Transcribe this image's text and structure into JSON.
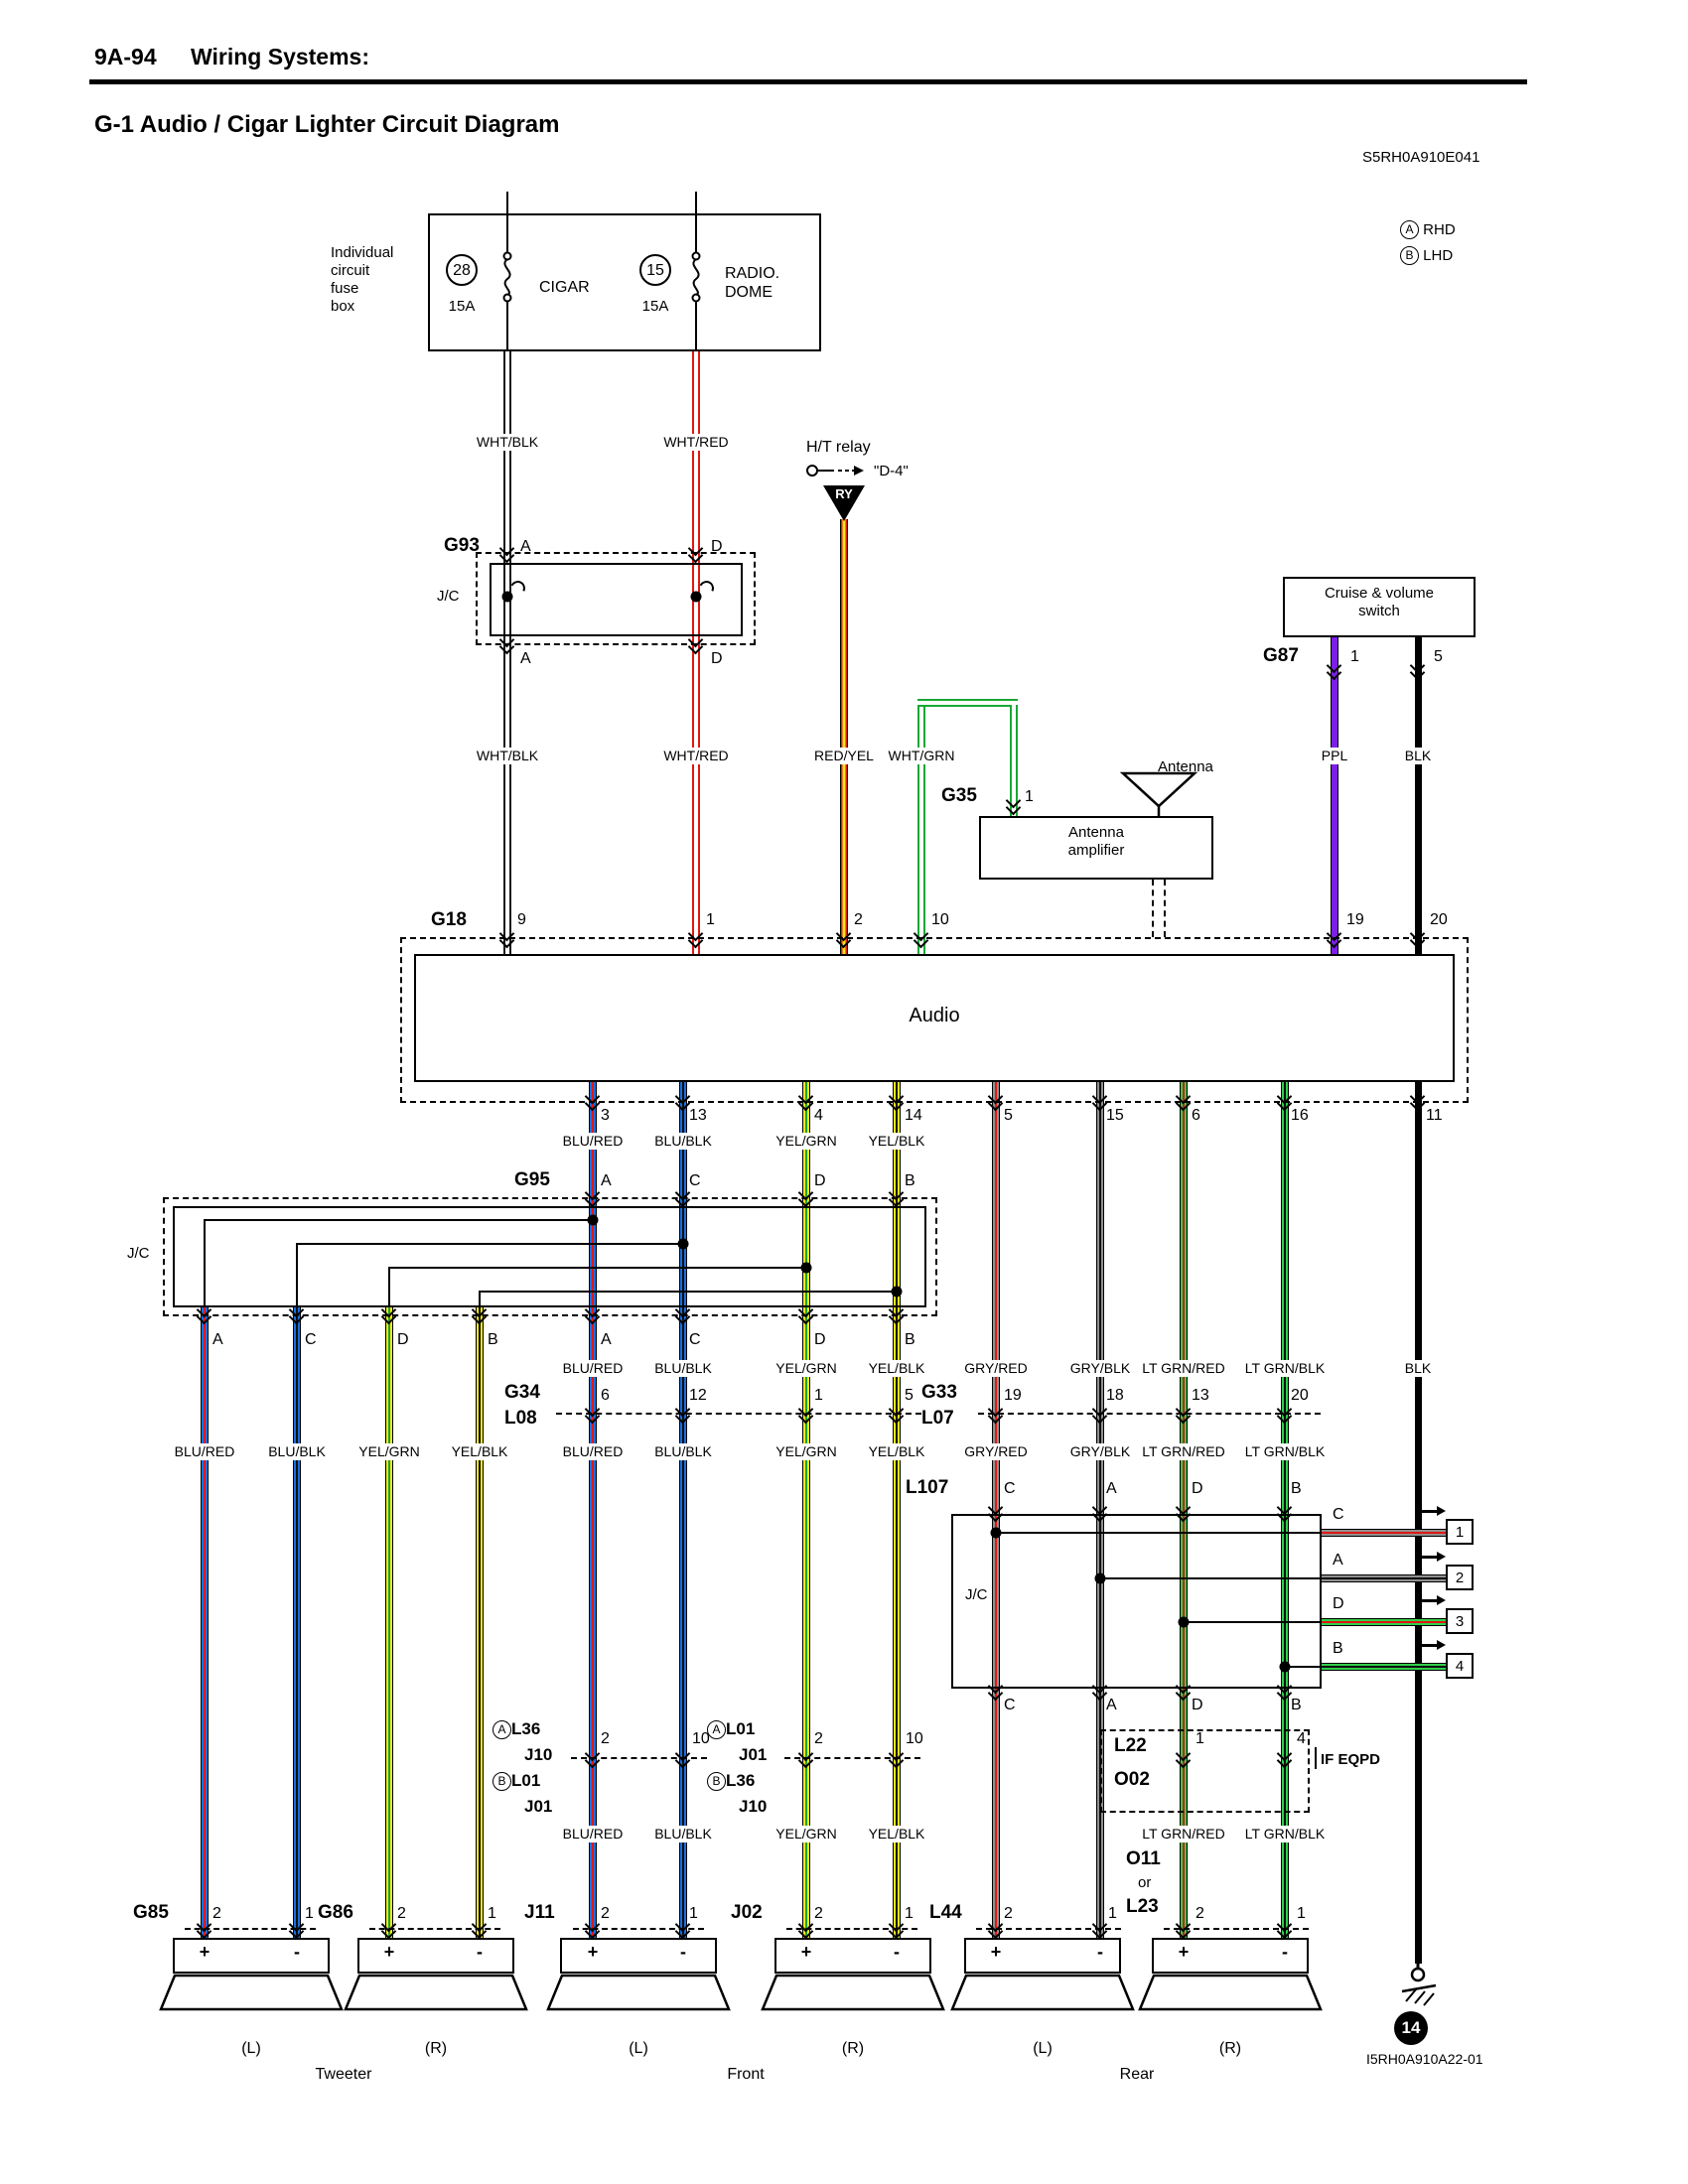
{
  "header": {
    "page_ref": "9A-94",
    "section_title": "Wiring Systems:",
    "diagram_title": "G-1 Audio / Cigar Lighter Circuit Diagram",
    "doc_code": "S5RH0A910E041",
    "legend": [
      {
        "mark": "A",
        "label": "RHD"
      },
      {
        "mark": "B",
        "label": "LHD"
      }
    ]
  },
  "fuse_box": {
    "caption": "Individual\ncircuit\nfuse\nbox",
    "fuses": [
      {
        "number": "28",
        "rating": "15A",
        "circuit": "CIGAR"
      },
      {
        "number": "15",
        "rating": "15A",
        "circuit": "RADIO.\nDOME"
      }
    ]
  },
  "relay": {
    "title": "H/T relay",
    "target": "\"D-4\"",
    "code": "RY"
  },
  "antenna": {
    "label": "Antenna",
    "amplifier": "Antenna\namplifier"
  },
  "cruise": {
    "label": "Cruise & volume\nswitch"
  },
  "audio": {
    "label": "Audio"
  },
  "connectors": {
    "g93": {
      "name": "G93",
      "jc": "J/C",
      "top_pins": [
        "A",
        "D"
      ],
      "bottom_pins": [
        "A",
        "D"
      ]
    },
    "g35": {
      "name": "G35",
      "pin": "1"
    },
    "g87": {
      "name": "G87",
      "pins": [
        "1",
        "5"
      ]
    },
    "g18": {
      "name": "G18",
      "top_pins": [
        "9",
        "1",
        "2",
        "10",
        "19",
        "20"
      ],
      "bottom_pins": [
        "3",
        "13",
        "4",
        "14",
        "5",
        "15",
        "6",
        "16",
        "11"
      ]
    },
    "g95": {
      "name": "G95",
      "jc": "J/C",
      "top_pins": [
        "A",
        "C",
        "D",
        "B"
      ],
      "bottom_pins_left": [
        "A",
        "C",
        "D",
        "B"
      ],
      "bottom_pins_right": [
        "A",
        "C",
        "D",
        "B"
      ]
    },
    "g34": {
      "name": "G34",
      "name2": "L08",
      "pins": [
        "6",
        "12",
        "1",
        "5"
      ]
    },
    "g33": {
      "name": "G33",
      "name2": "L07",
      "pins": [
        "19",
        "18",
        "13",
        "20"
      ]
    },
    "l107": {
      "name": "L107",
      "jc": "J/C",
      "top_pins": [
        "C",
        "A",
        "D",
        "B"
      ],
      "bottom_pins": [
        "C",
        "A",
        "D",
        "B"
      ],
      "out_pins": [
        "C",
        "A",
        "D",
        "B"
      ],
      "out_refs": [
        "1",
        "2",
        "3",
        "4"
      ]
    },
    "l36_left": {
      "a_mark": "A",
      "a_line1": "L36",
      "a_line2": "J10",
      "b_mark": "B",
      "b_line1": "L01",
      "b_line2": "J01",
      "pins": [
        "2",
        "10"
      ]
    },
    "l36_right": {
      "a_mark": "A",
      "a_line1": "L01",
      "a_line2": "J01",
      "b_mark": "B",
      "b_line1": "L36",
      "b_line2": "J10",
      "pins": [
        "2",
        "10"
      ]
    },
    "l22": {
      "name": "L22",
      "name2": "O02",
      "pins": [
        "1",
        "4"
      ],
      "note": "IF EQPD"
    },
    "o11": {
      "name": "O11",
      "or_text": "or",
      "name2": "L23",
      "pins": [
        "2",
        "1"
      ]
    },
    "g85": {
      "name": "G85",
      "pins": [
        "2",
        "1"
      ]
    },
    "g86": {
      "name": "G86",
      "pins": [
        "2",
        "1"
      ]
    },
    "j11": {
      "name": "J11",
      "pins": [
        "2",
        "1"
      ]
    },
    "j02": {
      "name": "J02",
      "pins": [
        "2",
        "1"
      ]
    },
    "l44": {
      "name": "L44",
      "pins": [
        "2",
        "1"
      ]
    }
  },
  "wire_names": {
    "wht_blk": "WHT/BLK",
    "wht_red": "WHT/RED",
    "red_yel": "RED/YEL",
    "wht_grn": "WHT/GRN",
    "ppl": "PPL",
    "blk": "BLK",
    "blu_red": "BLU/RED",
    "blu_blk": "BLU/BLK",
    "yel_grn": "YEL/GRN",
    "yel_blk": "YEL/BLK",
    "gry_red": "GRY/RED",
    "gry_blk": "GRY/BLK",
    "ltgrn_red": "LT GRN/RED",
    "ltgrn_blk": "LT GRN/BLK"
  },
  "speakers": {
    "plus": "+",
    "minus": "-",
    "position_labels": [
      "(L)",
      "(R)",
      "(L)",
      "(R)",
      "(L)",
      "(R)"
    ],
    "group_labels": [
      "Tweeter",
      "Front",
      "Rear"
    ]
  },
  "ground": {
    "id": "14"
  },
  "footer": {
    "code": "I5RH0A910A22-01"
  },
  "colors": {
    "blue": "#1b6fe0",
    "red": "#e01813",
    "yellow": "#f0e81a",
    "green": "#18a835",
    "light_green": "#2fd04a",
    "gray": "#909090",
    "purple": "#7d1fe8",
    "black": "#000000",
    "white": "#ffffff"
  }
}
